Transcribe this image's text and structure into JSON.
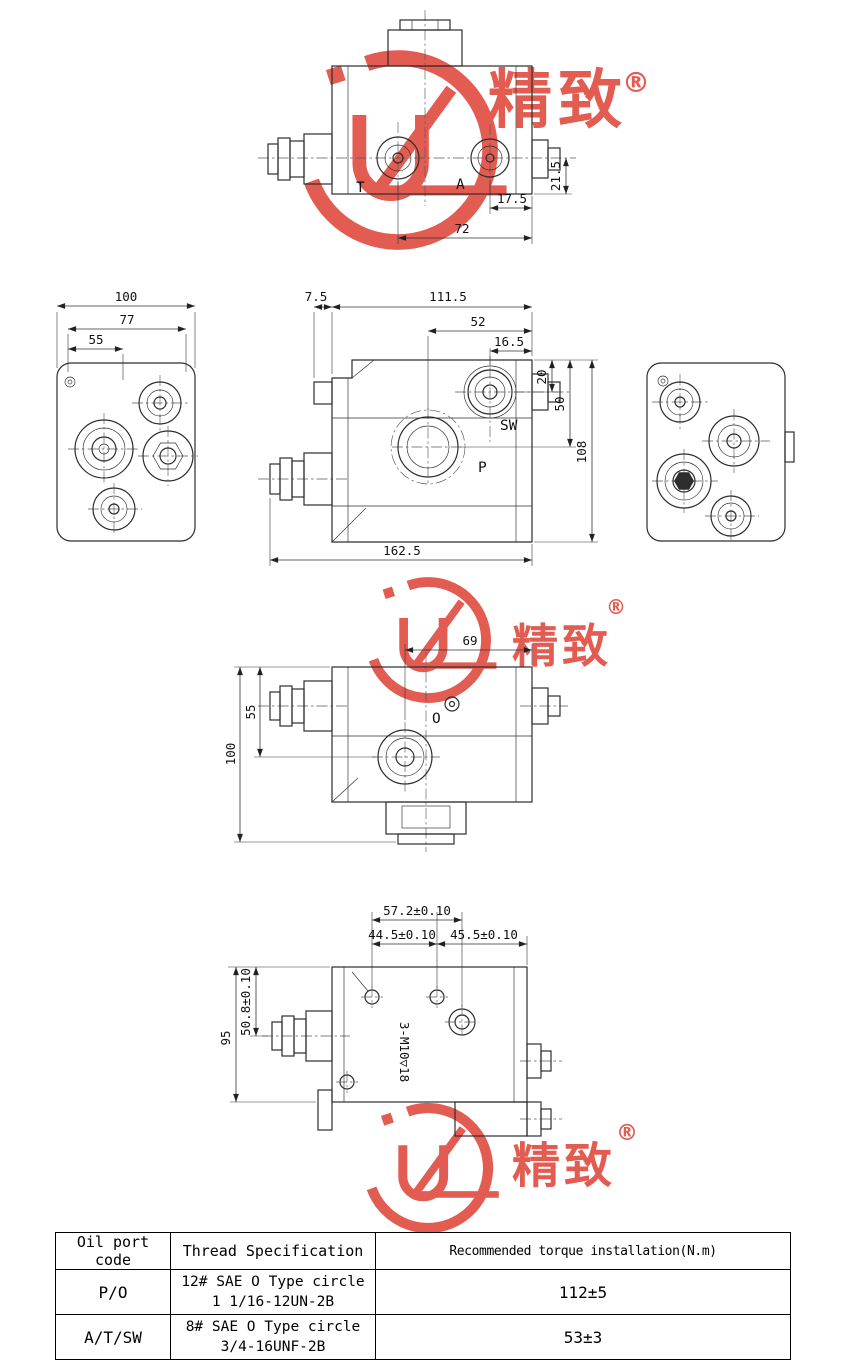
{
  "watermark": {
    "cn": "精致",
    "reg": "®"
  },
  "top_view": {
    "labels": {
      "t": "T",
      "a": "A"
    },
    "dims": {
      "d215": "21.5",
      "d175": "17.5",
      "d72": "72"
    }
  },
  "left_view": {
    "dims": {
      "d100": "100",
      "d77": "77",
      "d55": "55"
    }
  },
  "front_view": {
    "labels": {
      "sw": "SW",
      "p": "P"
    },
    "dims": {
      "d75": "7.5",
      "d1115": "111.5",
      "d52": "52",
      "d165": "16.5",
      "d20": "20",
      "d50": "50",
      "d108": "108",
      "d1625": "162.5"
    }
  },
  "back_view": {
    "labels": {
      "o": "O"
    },
    "dims": {
      "d69": "69",
      "d100": "100",
      "d55": "55"
    }
  },
  "bottom_view": {
    "dims": {
      "d572": "57.2±0.10",
      "d445": "44.5±0.10",
      "d455": "45.5±0.10",
      "d508": "50.8±0.10",
      "d95": "95"
    },
    "annotations": {
      "thread": "3-M10▽18"
    }
  },
  "table": {
    "headers": [
      "Oil port code",
      "Thread Specification",
      "Recommended torque installation(N.m)"
    ],
    "rows": [
      {
        "code": "P/O",
        "spec1": "12# SAE O Type circle",
        "spec2": "1 1/16-12UN-2B",
        "torque": "112±5"
      },
      {
        "code": "A/T/SW",
        "spec1": "8# SAE O Type circle",
        "spec2": "3/4-16UNF-2B",
        "torque": "53±3"
      }
    ]
  }
}
